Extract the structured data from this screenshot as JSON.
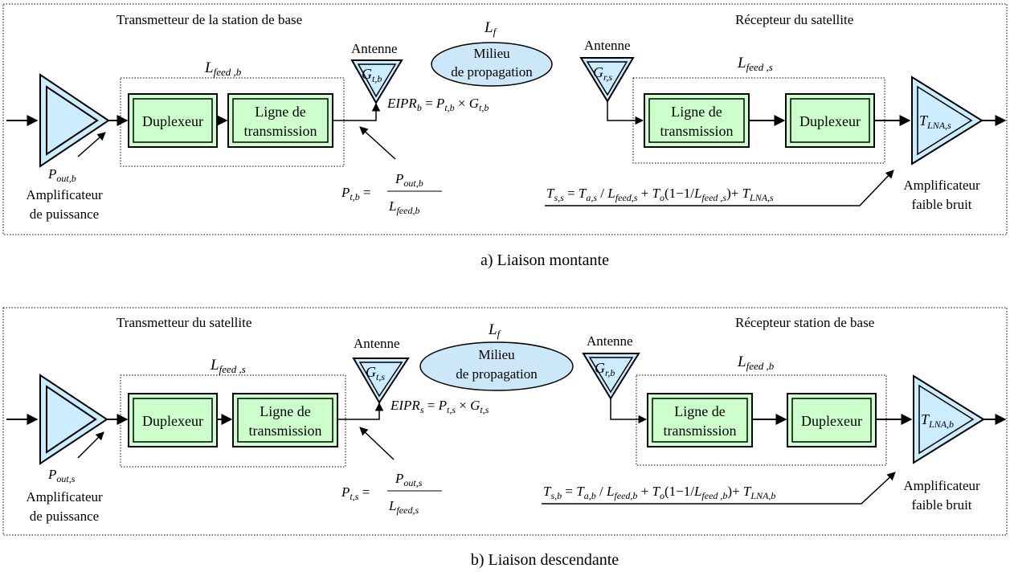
{
  "uplink": {
    "caption": "a) Liaison montante",
    "transmitter_title": "Transmetteur de la station de base",
    "receiver_title": "Récepteur du satellite",
    "lfeed_tx": {
      "main": "L",
      "sub": "feed ,b"
    },
    "lfeed_rx": {
      "main": "L",
      "sub": "feed ,s"
    },
    "tx_antenna_label": "Antenne",
    "rx_antenna_label": "Antenne",
    "tx_antenna_gain": {
      "main": "G",
      "sub": "t,b"
    },
    "rx_antenna_gain": {
      "main": "G",
      "sub": "r,s"
    },
    "medium": {
      "lf_main": "L",
      "lf_sub": "f",
      "line1": "Milieu",
      "line2": "de propagation"
    },
    "duplexer_tx": "Duplexeur",
    "line_tx": [
      "Ligne de",
      "transmission"
    ],
    "line_rx": [
      "Ligne de",
      "transmission"
    ],
    "duplexer_rx": "Duplexeur",
    "pa_power": {
      "main": "P",
      "sub": "out,b"
    },
    "pa_label": [
      "Amplificateur",
      "de puissance"
    ],
    "lna": {
      "main": "T",
      "sub": "LNA,s"
    },
    "lna_label": [
      "Amplificateur",
      "faible bruit"
    ],
    "eirp": {
      "lhs": "EIPR",
      "lhs_sub": "b",
      "p": "P",
      "p_sub": "t,b",
      "g": "G",
      "g_sub": "t,b"
    },
    "pt": {
      "lhs": "P",
      "lhs_sub": "t,b",
      "num": "P",
      "num_sub": "out,b",
      "den": "L",
      "den_sub": "feed,b"
    },
    "ts": {
      "lhs_sub": "s,s",
      "a_sub": "a,s",
      "lf1_sub": "feed,s",
      "lf2_sub": "feed ,s",
      "lna_sub": "LNA,s"
    }
  },
  "downlink": {
    "caption": "b) Liaison descendante",
    "transmitter_title": "Transmetteur du satellite",
    "receiver_title": "Récepteur station de base",
    "lfeed_tx": {
      "main": "L",
      "sub": "feed ,s"
    },
    "lfeed_rx": {
      "main": "L",
      "sub": "feed ,b"
    },
    "tx_antenna_label": "Antenne",
    "rx_antenna_label": "Antenne",
    "tx_antenna_gain": {
      "main": "G",
      "sub": "t,s"
    },
    "rx_antenna_gain": {
      "main": "G",
      "sub": "r,b"
    },
    "medium": {
      "lf_main": "L",
      "lf_sub": "f",
      "line1": "Milieu",
      "line2": "de propagation"
    },
    "duplexer_tx": "Duplexeur",
    "line_tx": [
      "Ligne de",
      "transmission"
    ],
    "line_rx": [
      "Ligne de",
      "transmission"
    ],
    "duplexer_rx": "Duplexeur",
    "pa_power": {
      "main": "P",
      "sub": "out,s"
    },
    "pa_label": [
      "Amplificateur",
      "de puissance"
    ],
    "lna": {
      "main": "T",
      "sub": "LNA,b"
    },
    "lna_label": [
      "Amplificateur",
      "faible bruit"
    ],
    "eirp": {
      "lhs": "EIPR",
      "lhs_sub": "s",
      "p": "P",
      "p_sub": "t,s",
      "g": "G",
      "g_sub": "t,s"
    },
    "pt": {
      "lhs": "P",
      "lhs_sub": "t,s",
      "num": "P",
      "num_sub": "out,s",
      "den": "L",
      "den_sub": "feed,s"
    },
    "ts": {
      "lhs_sub": "s,b",
      "a_sub": "a,b",
      "lf1_sub": "feed,b",
      "lf2_sub": "feed ,b",
      "lna_sub": "LNA,b"
    }
  },
  "colors": {
    "block_fill": "#ccffcc",
    "amp_fill": "#ccecff",
    "medium_fill": "#cce8f8",
    "stroke": "#000000"
  }
}
